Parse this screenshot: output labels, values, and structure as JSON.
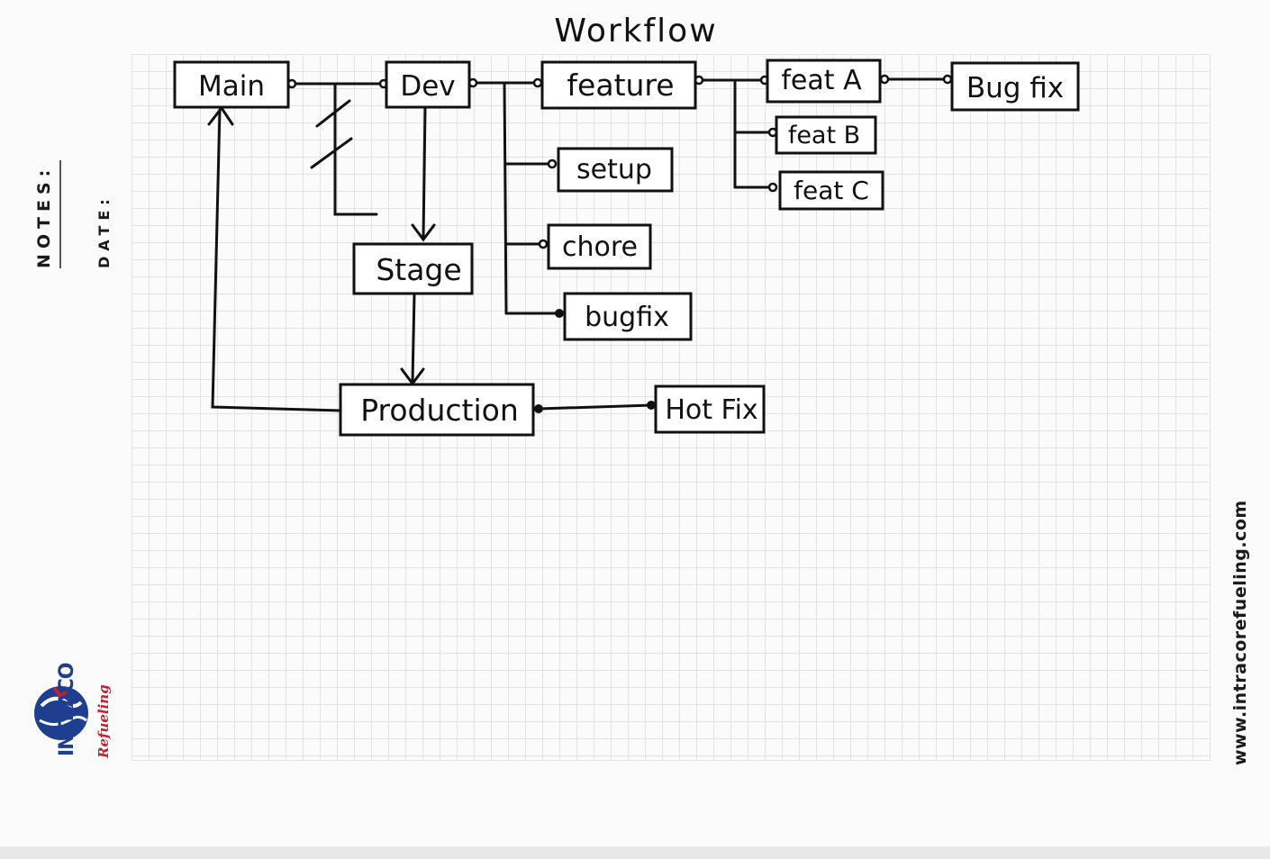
{
  "title": "Workflow",
  "notes_label": "NOTES:",
  "date_label": "DATE:",
  "website": "www.intracorefueling.com",
  "logo": {
    "name": "INTRACO",
    "tagline": "Refueling",
    "registered": "®"
  },
  "colors": {
    "ink": "#111111",
    "grid": "#e3e3e3",
    "logo_blue": "#1e3f8f",
    "logo_red": "#c0222f"
  },
  "nodes": {
    "main": "Main",
    "dev": "Dev",
    "feature": "feature",
    "feat_a": "feat A",
    "bug_fix_top": "Bug fix",
    "feat_b": "feat B",
    "feat_c": "feat C",
    "setup": "setup",
    "chore": "chore",
    "bugfix": "bugfix",
    "stage": "Stage",
    "production": "Production",
    "hot_fix": "Hot Fix"
  }
}
